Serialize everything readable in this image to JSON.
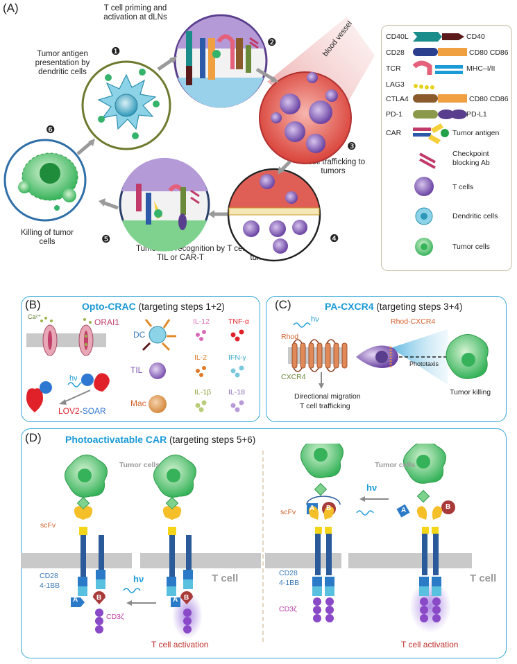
{
  "panelA": {
    "letter": "(A)",
    "step1": "Tumor antigen presentation by dendritic cells",
    "step2": "T cell priming and activation at dLNs",
    "step3": "T cell trafficking to tumors",
    "step4": "T cell infiltration into tumors",
    "step5": "Tumor cell recognition by TIL or CAR-T",
    "step6": "Killing of tumor cells",
    "blood_vessel": "blood vessel",
    "numbers": [
      "❶",
      "❷",
      "❸",
      "❹",
      "❺",
      "❻"
    ]
  },
  "legend": {
    "cd40l": "CD40L",
    "cd40": "CD40",
    "cd28": "CD28",
    "cd80cd86a": "CD80 CD86",
    "tcr": "TCR",
    "mhc": "MHC–I/II",
    "lag3": "LAG3",
    "ctla4": "CTLA4",
    "cd80cd86b": "CD80 CD86",
    "pd1": "PD-1",
    "pdl1": "PD-L1",
    "car": "CAR",
    "tumor_antigen": "Tumor antigen",
    "checkpoint": "Checkpoint blocking Ab",
    "tcells": "T cells",
    "dendritic": "Dendritic cells",
    "tumor_cells": "Tumor cells"
  },
  "panelB": {
    "letter": "(B)",
    "title": "Opto-CRAC",
    "subtitle": "(targeting steps 1+2)",
    "ca": "Ca²⁺",
    "orai": "ORAI1",
    "hv": "hν",
    "lov2": "LOV2",
    "dash": "-",
    "soar": "SOAR",
    "dc": "DC",
    "til": "TIL",
    "mac": "Mac",
    "il12": "IL-12",
    "tnfa": "TNF-α",
    "il2": "IL-2",
    "ifng": "IFN-γ",
    "il1b": "IL-1β",
    "il18": "IL-18"
  },
  "panelC": {
    "letter": "(C)",
    "title": "PA-CXCR4",
    "subtitle": "(targeting steps 3+4)",
    "hv": "hν",
    "rhod": "Rhod",
    "cxcr4": "CXCR4",
    "rhod_cxcr4": "Rhod-CXCR4",
    "phototaxis": "Phototaxis",
    "directional": "Directional migration",
    "trafficking": "T cell trafficking",
    "killing": "Tumor killing"
  },
  "panelD": {
    "letter": "(D)",
    "title": "Photoactivatable CAR",
    "subtitle": "(targeting steps 5+6)",
    "tumor_cells_left": "Tumor cells",
    "tumor_cells_right": "Tumor cells",
    "scfv": "scFv",
    "cd28": "CD28",
    "bb": "4-1BB",
    "cd3z": "CD3ζ",
    "tcell": "T cell",
    "hv": "hν",
    "activation": "T cell activation",
    "a": "A",
    "b": "B"
  }
}
